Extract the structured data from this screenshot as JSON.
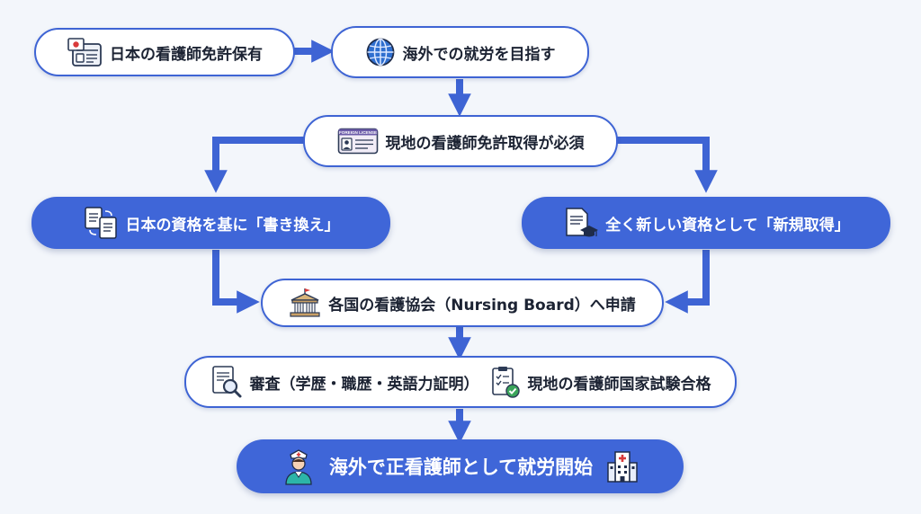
{
  "colors": {
    "accent": "#3e64d4",
    "fill": "#3f66d8",
    "background": "#f3f6fb",
    "text": "#1c2333"
  },
  "nodes": {
    "license_holder": {
      "text": "日本の看護師免許保有",
      "icon": "nursing-license-card-icon"
    },
    "aim_overseas": {
      "text": "海外での就労を目指す",
      "icon": "globe-icon"
    },
    "local_license_required": {
      "text": "現地の看護師免許取得が必須",
      "icon": "foreign-license-card-icon",
      "icon_label": "FOREIGN LICENSE"
    },
    "rewrite": {
      "text": "日本の資格を基に「書き換え」",
      "icon": "document-conversion-icon"
    },
    "new_acquisition": {
      "text": "全く新しい資格として「新規取得」",
      "icon": "diploma-graduation-cap-icon"
    },
    "apply_board": {
      "text": "各国の看護協会（Nursing Board）へ申請",
      "icon": "government-building-icon"
    },
    "review": {
      "text": "審査（学歴・職歴・英語力証明）",
      "icon": "document-magnifier-icon"
    },
    "exam_pass": {
      "text": "現地の看護師国家試験合格",
      "icon": "checklist-icon"
    },
    "start_working": {
      "text": "海外で正看護師として就労開始",
      "icon_left": "nurse-icon",
      "icon_right": "hospital-icon"
    }
  }
}
